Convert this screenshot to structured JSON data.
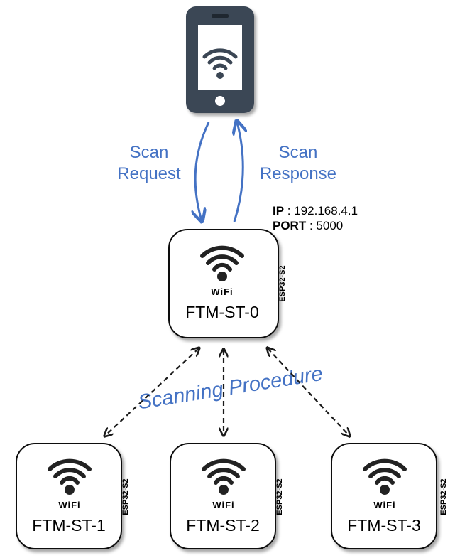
{
  "arrows": {
    "request_line1": "Scan",
    "request_line2": "Request",
    "response_line1": "Scan",
    "response_line2": "Response"
  },
  "server_info": {
    "ip_key": "IP",
    "ip_value": " : 192.168.4.1",
    "port_key": "PORT",
    "port_value": " : 5000"
  },
  "procedure_label": "Scanning Procedure",
  "wifi_text": "WiFi",
  "chip_label": "ESP32-S2",
  "stations": {
    "st0": "FTM-ST-0",
    "st1": "FTM-ST-1",
    "st2": "FTM-ST-2",
    "st3": "FTM-ST-3"
  },
  "colors": {
    "phone_body": "#3b4654",
    "phone_screen": "#ffffff",
    "arrow_blue": "#4472c4",
    "dashed": "#1a1a1a"
  },
  "icons": {
    "phone": "smartphone-icon",
    "wifi": "wifi-icon"
  }
}
